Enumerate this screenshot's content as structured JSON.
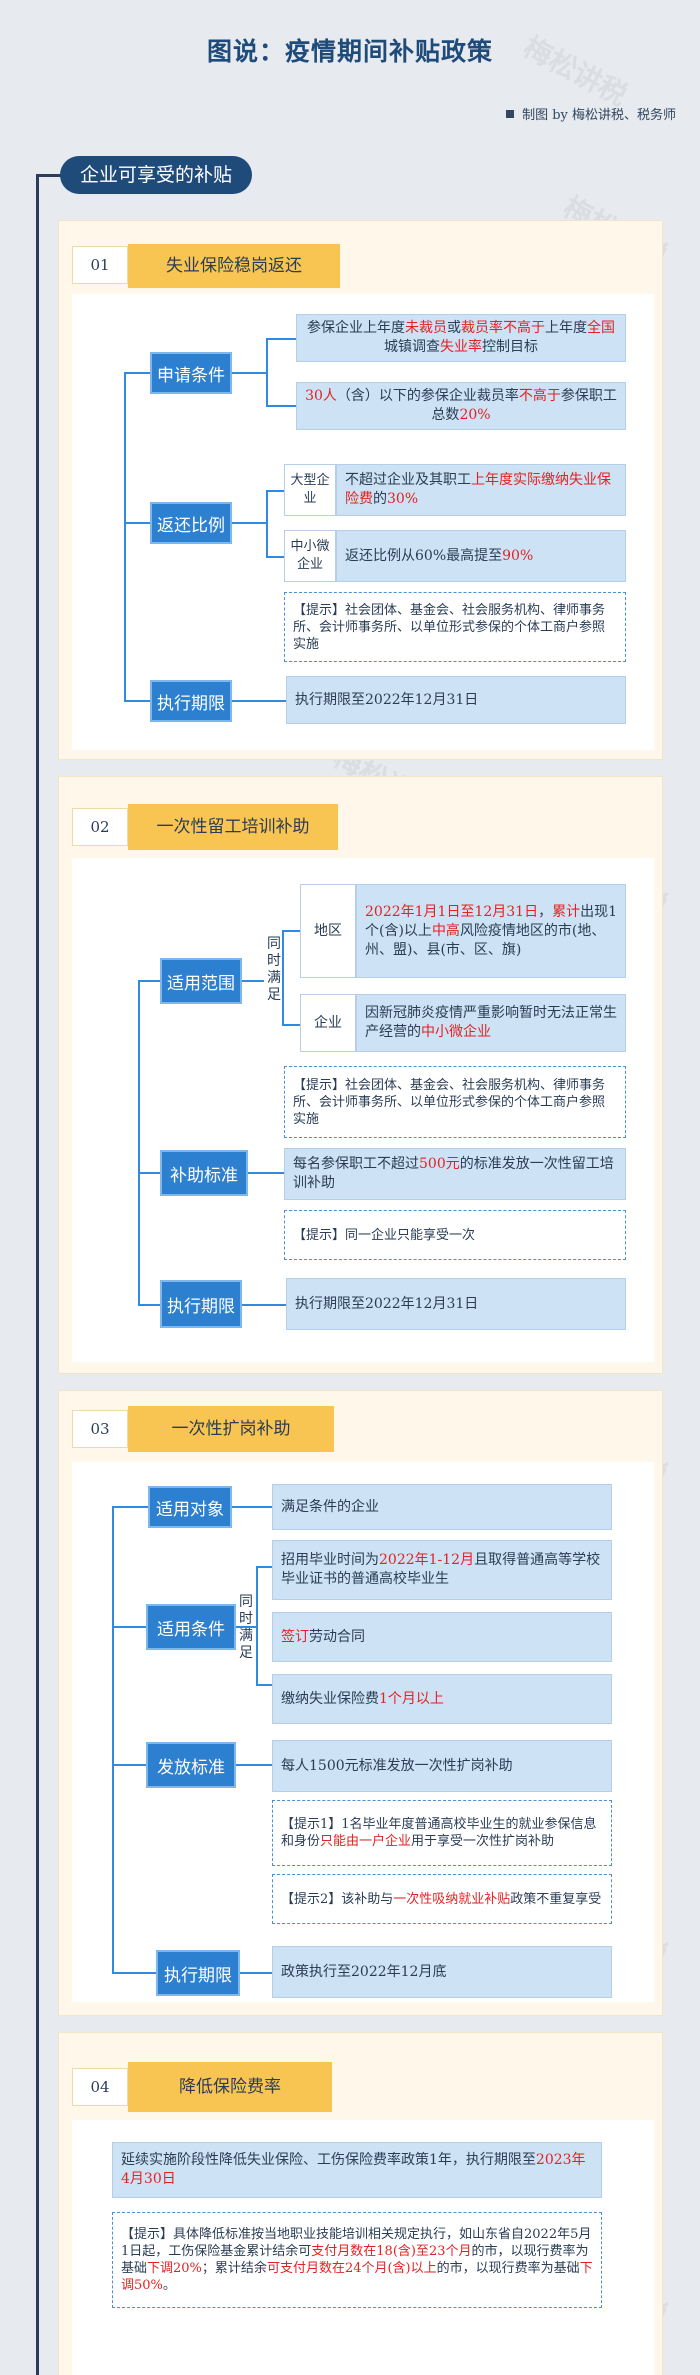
{
  "header": {
    "title": "图说：疫情期间补贴政策",
    "credit": "制图 by 梅松讲税、税务师"
  },
  "section_pill": "企业可享受的补贴",
  "watermark": "梅松讲税",
  "s1": {
    "num": "01",
    "title": "失业保险稳岗返还",
    "apply_label": "申请条件",
    "cond1": [
      "参保企业上年度",
      "未裁员",
      "或",
      "裁员率不高于",
      "上年度",
      "全国",
      "城镇调查",
      "失业率",
      "控制目标"
    ],
    "cond2": [
      "30人",
      "（含）以下的参保企业裁员率",
      "不高于",
      "参保职工总数",
      "20%"
    ],
    "ratio_label": "返还比例",
    "large": "大型企业",
    "large_text": [
      "不超过企业及其职工",
      "上年度实际缴纳失业保险费",
      "的",
      "30%"
    ],
    "small": "中小微企业",
    "small_text": [
      "返还比例从60%最高提至",
      "90%"
    ],
    "note": "【提示】社会团体、基金会、社会服务机构、律师事务所、会计师事务所、以单位形式参保的个体工商户参照实施",
    "exec_label": "执行期限",
    "exec_text": "执行期限至2022年12月31日"
  },
  "s2": {
    "num": "02",
    "title": "一次性留工培训补助",
    "scope_label": "适用范围",
    "both": "同时满足",
    "region": "地区",
    "region_text": [
      "2022年1月1日至12月31日",
      "，",
      "累计",
      "出现1个(含)以上",
      "中高",
      "风险疫情地区的市(地、州、盟)、县(市、区、旗)"
    ],
    "enterprise": "企业",
    "enterprise_text": [
      "因新冠肺炎疫情严重影响暂时无法正常生产经营的",
      "中小微企业"
    ],
    "note": "【提示】社会团体、基金会、社会服务机构、律师事务所、会计师事务所、以单位形式参保的个体工商户参照实施",
    "std_label": "补助标准",
    "std_text": [
      "每名参保职工不超过",
      "500元",
      "的标准发放一次性留工培训补助"
    ],
    "note2": "【提示】同一企业只能享受一次",
    "exec_label": "执行期限",
    "exec_text": "执行期限至2022年12月31日"
  },
  "s3": {
    "num": "03",
    "title": "一次性扩岗补助",
    "target_label": "适用对象",
    "target_text": "满足条件的企业",
    "cond_label": "适用条件",
    "both": "同时满足",
    "c1": [
      "招用毕业时间为",
      "2022年1-12月",
      "且取得普通高等学校毕业证书的普通高校毕业生"
    ],
    "c2": [
      "签订",
      "劳动合同"
    ],
    "c3": [
      "缴纳失业保险费",
      "1个月以上"
    ],
    "std_label": "发放标准",
    "std_text": "每人1500元标准发放一次性扩岗补助",
    "note1": [
      "【提示1】1名毕业年度普通高校毕业生的就业参保信息和身份",
      "只能由一户企业",
      "用于享受一次性扩岗补助"
    ],
    "note2": [
      "【提示2】该补助与",
      "一次性吸纳就业补贴",
      "政策不重复享受"
    ],
    "exec_label": "执行期限",
    "exec_text": "政策执行至2022年12月底"
  },
  "s4": {
    "num": "04",
    "title": "降低保险费率",
    "text": [
      "延续实施阶段性降低失业保险、工伤保险费率政策1年，执行期限至",
      "2023年4月30日"
    ],
    "note": [
      "【提示】具体降低标准按当地职业技能培训相关规定执行，如山东省自2022年5月1日起，工伤保险基金累计结余可",
      "支付月数在18(含)至23个月",
      "的市，以现行费率为基础",
      "下调20%",
      "；累计结余",
      "可支付月数在24个月(含)以上",
      "的市，以现行费率为基础",
      "下调50%",
      "。"
    ]
  },
  "colors": {
    "navy": "#1f4b7a",
    "accent": "#f8c552",
    "label_blue": "#2d80d0",
    "box_blue": "#cde2f4",
    "highlight_red": "#e32222"
  }
}
